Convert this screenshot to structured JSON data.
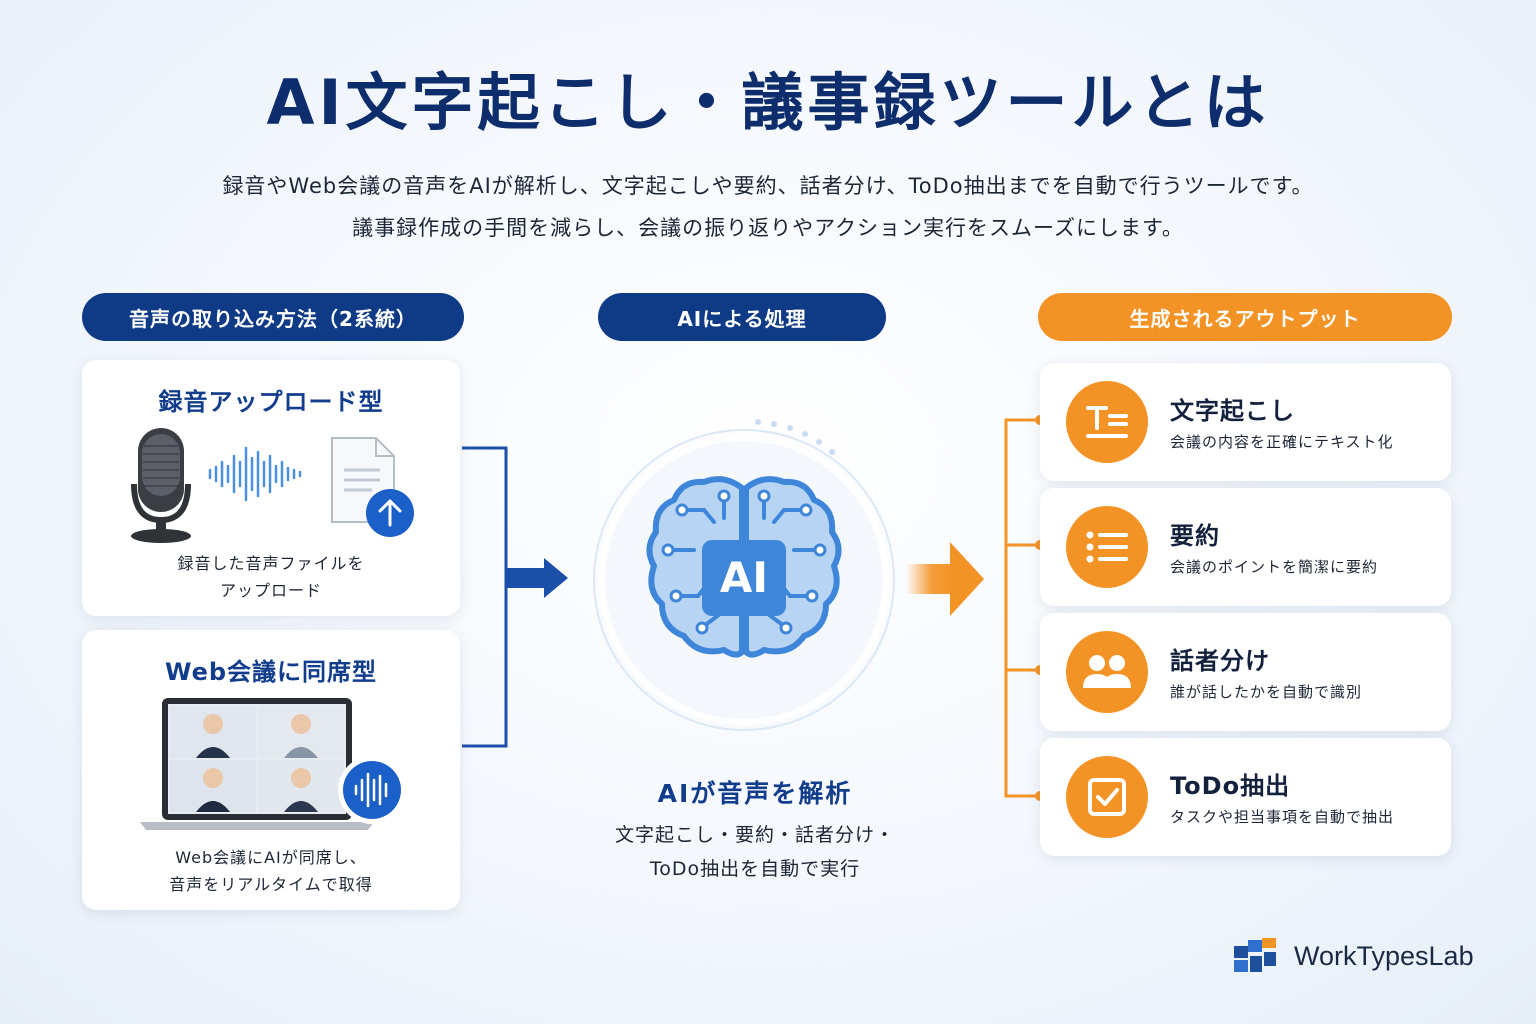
{
  "title": "AI文字起こし・議事録ツールとは",
  "description": [
    "録音やWeb会議の音声をAIが解析し、文字起こしや要約、話者分け、ToDo抽出までを自動で行うツールです。",
    "議事録作成の手間を減らし、会議の振り返りやアクション実行をスムーズにします。"
  ],
  "input": {
    "header": "音声の取り込み方法（2系統）",
    "upload": {
      "title": "録音アップロード型",
      "text_lines": [
        "録音した音声ファイルを",
        "アップロード"
      ]
    },
    "web": {
      "title": "Web会議に同席型",
      "text_lines": [
        "Web会議にAIが同席し、",
        "音声をリアルタイムで取得"
      ]
    }
  },
  "process": {
    "header": "AIによる処理",
    "badge": "AI",
    "heading": "AIが音声を解析",
    "text_lines": [
      "文字起こし・要約・話者分け・",
      "ToDo抽出を自動で実行"
    ]
  },
  "output": {
    "header": "生成されるアウトプット",
    "items": [
      {
        "title": "文字起こし",
        "text": "会議の内容を正確にテキスト化",
        "icon": "text-lines-icon"
      },
      {
        "title": "要約",
        "text": "会議のポイントを簡潔に要約",
        "icon": "bullet-list-icon"
      },
      {
        "title": "話者分け",
        "text": "誰が話したかを自動で識別",
        "icon": "people-icon"
      },
      {
        "title": "ToDo抽出",
        "text": "タスクや担当事項を自動で抽出",
        "icon": "checkbox-icon"
      }
    ]
  },
  "brand": {
    "name": "WorkTypesLab"
  },
  "colors": {
    "navy": "#0e3a86",
    "orange": "#f49325",
    "blue": "#3e86da"
  }
}
